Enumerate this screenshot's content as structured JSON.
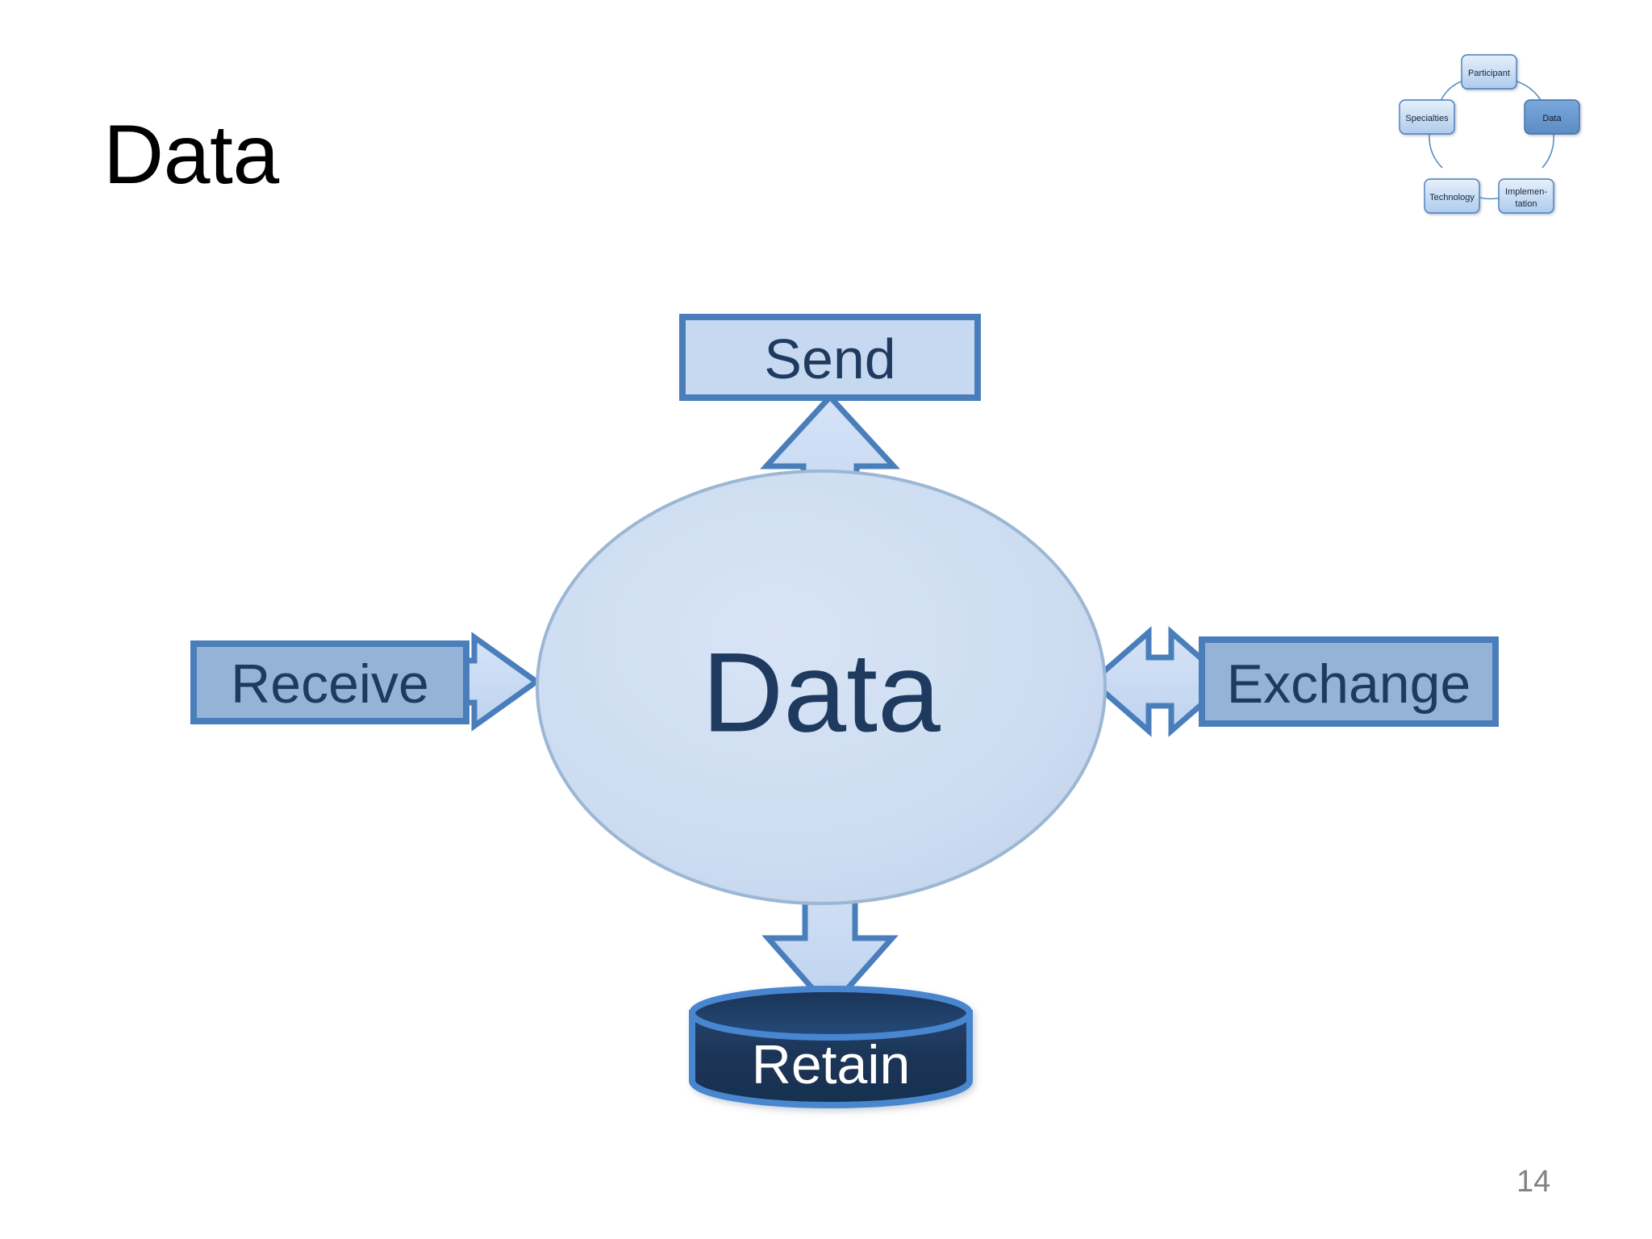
{
  "slide": {
    "title": "Data",
    "page_number": "14",
    "background_color": "#ffffff"
  },
  "colors": {
    "box_light_fill": "#c6d9f1",
    "box_medium_fill": "#95b3d7",
    "box_border": "#4a7ebb",
    "arrow_fill": "#c9dcf4",
    "arrow_border": "#4a7ebb",
    "ellipse_fill": "#cfddf1",
    "ellipse_border": "#9bb7d4",
    "cylinder_fill": "#1f3a60",
    "cylinder_border": "#4a86d0",
    "text_dark": "#1f3a5f",
    "text_light": "#ffffff",
    "title_color": "#000000",
    "page_number_color": "#808285",
    "mini_node_fill_light": "#cfe0f5",
    "mini_node_fill_active": "#6b9bd2",
    "mini_node_border": "#4a7ebb"
  },
  "mini_diagram": {
    "name": "navigation-overview",
    "active_node": "Data",
    "nodes": [
      {
        "id": "participant",
        "label": "Participant",
        "active": false
      },
      {
        "id": "specialties",
        "label": "Specialties",
        "active": false
      },
      {
        "id": "data",
        "label": "Data",
        "active": true
      },
      {
        "id": "technology",
        "label": "Technology",
        "active": false
      },
      {
        "id": "implementation",
        "label": "Implemen-\ntation",
        "active": false
      }
    ],
    "node_labels": {
      "participant": "Participant",
      "specialties": "Specialties",
      "data": "Data",
      "technology": "Technology",
      "implementation_line1": "Implemen-",
      "implementation_line2": "tation"
    }
  },
  "diagram": {
    "type": "hub-and-spoke",
    "center": {
      "id": "data-hub",
      "label": "Data",
      "shape": "ellipse"
    },
    "spokes": [
      {
        "id": "send",
        "label": "Send",
        "shape": "rectangle",
        "position": "top",
        "arrow": "up",
        "fill": "light"
      },
      {
        "id": "receive",
        "label": "Receive",
        "shape": "rectangle",
        "position": "left",
        "arrow": "right",
        "fill": "medium"
      },
      {
        "id": "exchange",
        "label": "Exchange",
        "shape": "rectangle",
        "position": "right",
        "arrow": "bidirectional",
        "fill": "medium"
      },
      {
        "id": "retain",
        "label": "Retain",
        "shape": "cylinder",
        "position": "bottom",
        "arrow": "down",
        "fill": "dark"
      }
    ],
    "labels": {
      "center": "Data",
      "send": "Send",
      "receive": "Receive",
      "exchange": "Exchange",
      "retain": "Retain"
    }
  }
}
